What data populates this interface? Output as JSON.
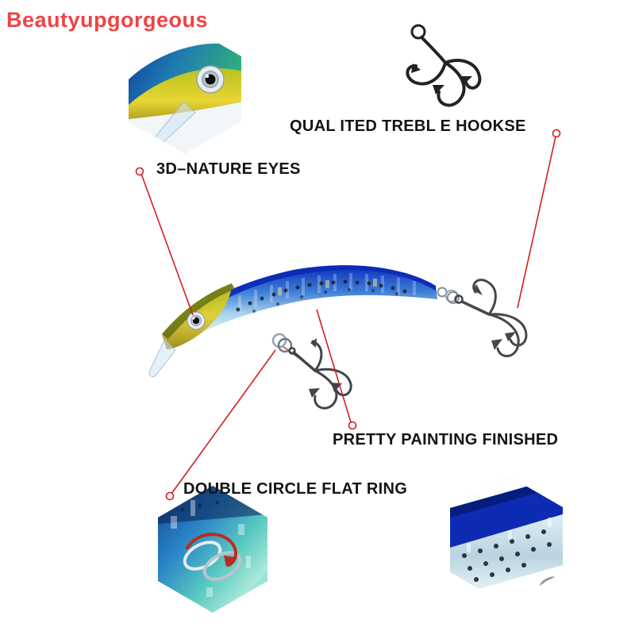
{
  "watermark": {
    "text": "Beautyupgorgeous"
  },
  "callouts": {
    "treble_hooks": "QUAL ITED TREBL E HOOKSE",
    "eyes": "3D–NATURE EYES",
    "painting": "PRETTY PAINTING FINISHED",
    "flat_ring": "DOUBLE CIRCLE FLAT RING"
  },
  "colors": {
    "watermark": "#ee4444",
    "leader_line": "#d21f1f",
    "label_text": "#141414",
    "lure_back": "#0d2fbb",
    "lure_belly": "#e6f3fa",
    "head_gold": "#e3cf2e"
  }
}
